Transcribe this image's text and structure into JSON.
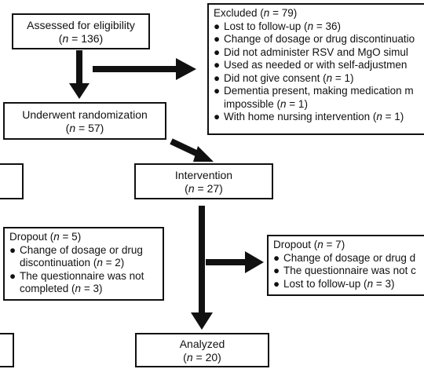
{
  "assessed": {
    "label": "Assessed for eligibility",
    "n_prefix": "(",
    "n_var": "n",
    "n_suffix": " = 136)"
  },
  "excluded": {
    "title_prefix": "Excluded (",
    "title_var": "n",
    "title_suffix": " = 79)",
    "items": [
      {
        "text": "Lost to follow-up (",
        "var": "n",
        "suffix": " = 36)"
      },
      {
        "text": "Change of dosage or drug discontinuatio",
        "var": "",
        "suffix": ""
      },
      {
        "text": "Did not administer RSV and MgO simul",
        "var": "",
        "suffix": ""
      },
      {
        "text": "Used as needed or with self-adjustmen",
        "var": "",
        "suffix": ""
      },
      {
        "text": "Did not give consent (",
        "var": "n",
        "suffix": " = 1)"
      },
      {
        "text": "Dementia present, making medication m",
        "var": "",
        "suffix": ""
      },
      {
        "text": "impossible (",
        "var": "n",
        "suffix": " = 1)",
        "continuation": true
      },
      {
        "text": "With home nursing intervention (",
        "var": "n",
        "suffix": " = 1)"
      }
    ]
  },
  "randomization": {
    "label": "Underwent randomization",
    "n_prefix": "(",
    "n_var": "n",
    "n_suffix": " = 57)"
  },
  "intervention": {
    "label": "Intervention",
    "n_prefix": "(",
    "n_var": "n",
    "n_suffix": " = 27)"
  },
  "dropout_left": {
    "title_prefix": "Dropout (",
    "title_var": "n",
    "title_suffix": " = 5)",
    "items": [
      {
        "text": "Change of dosage or drug",
        "var": "",
        "suffix": ""
      },
      {
        "text": "discontinuation (",
        "var": "n",
        "suffix": " = 2)",
        "continuation": true
      },
      {
        "text": "The questionnaire was not",
        "var": "",
        "suffix": ""
      },
      {
        "text": "completed (",
        "var": "n",
        "suffix": " = 3)",
        "continuation": true
      }
    ]
  },
  "dropout_right": {
    "title_prefix": "Dropout (",
    "title_var": "n",
    "title_suffix": " = 7)",
    "items": [
      {
        "text": "Change of dosage or drug d",
        "var": "",
        "suffix": ""
      },
      {
        "text": "The questionnaire was not c",
        "var": "",
        "suffix": ""
      },
      {
        "text": "Lost to follow-up (",
        "var": "n",
        "suffix": " = 3)"
      }
    ]
  },
  "analyzed": {
    "label": "Analyzed",
    "n_prefix": "(",
    "n_var": "n",
    "n_suffix": " = 20)"
  },
  "bullet": "●"
}
